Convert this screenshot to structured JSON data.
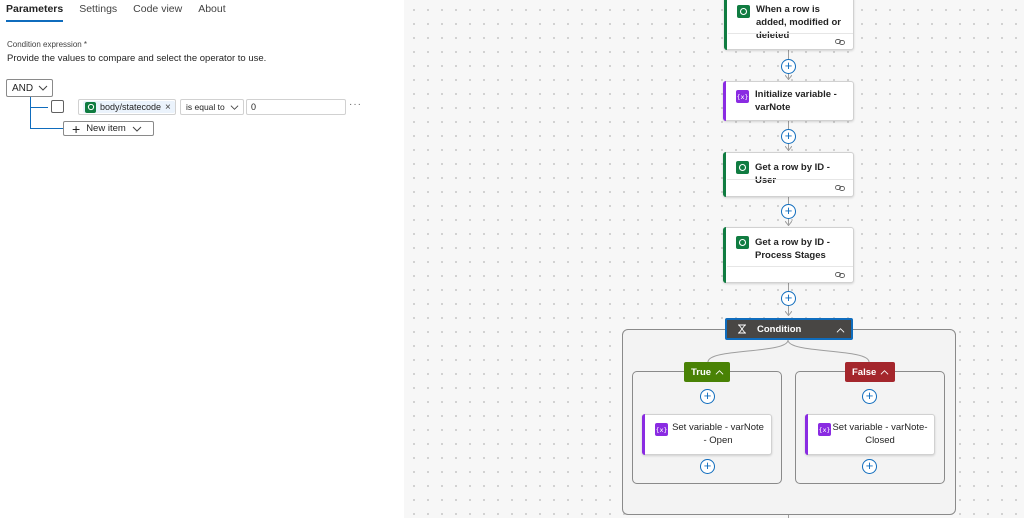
{
  "panel": {
    "tabs": [
      "Parameters",
      "Settings",
      "Code view",
      "About"
    ],
    "active_tab": "Parameters",
    "condition_label": "Condition expression *",
    "condition_description": "Provide the values to compare and select the operator to use.",
    "group_operator": "AND",
    "row": {
      "token_label": "body/statecode",
      "token_remove": "×",
      "operator": "is equal to",
      "value": "0",
      "more": "···"
    },
    "new_item_label": "New item"
  },
  "flow": {
    "trigger": {
      "title": "When a row is added, modified or deleted"
    },
    "init_variable": {
      "title": "Initialize variable - varNote"
    },
    "get_user": {
      "title": "Get a row by ID - User"
    },
    "get_stages": {
      "title": "Get a row by ID - Process Stages"
    },
    "condition": {
      "title": "Condition"
    },
    "true_branch": {
      "label": "True",
      "action_title": "Set variable - varNote - Open"
    },
    "false_branch": {
      "label": "False",
      "action_title": "Set variable - varNote-Closed"
    }
  },
  "icons": {
    "dataverse": "dataverse-icon",
    "variable": "variable-icon",
    "condition": "condition-icon",
    "link": "link-icon",
    "chevron": "chevron-icon"
  },
  "colors": {
    "accent": "#0f6cbd",
    "dataverse": "#107c41",
    "variable": "#8a2be2",
    "condition_header": "#484644",
    "true_branch": "#498205",
    "false_branch": "#a4262c"
  }
}
